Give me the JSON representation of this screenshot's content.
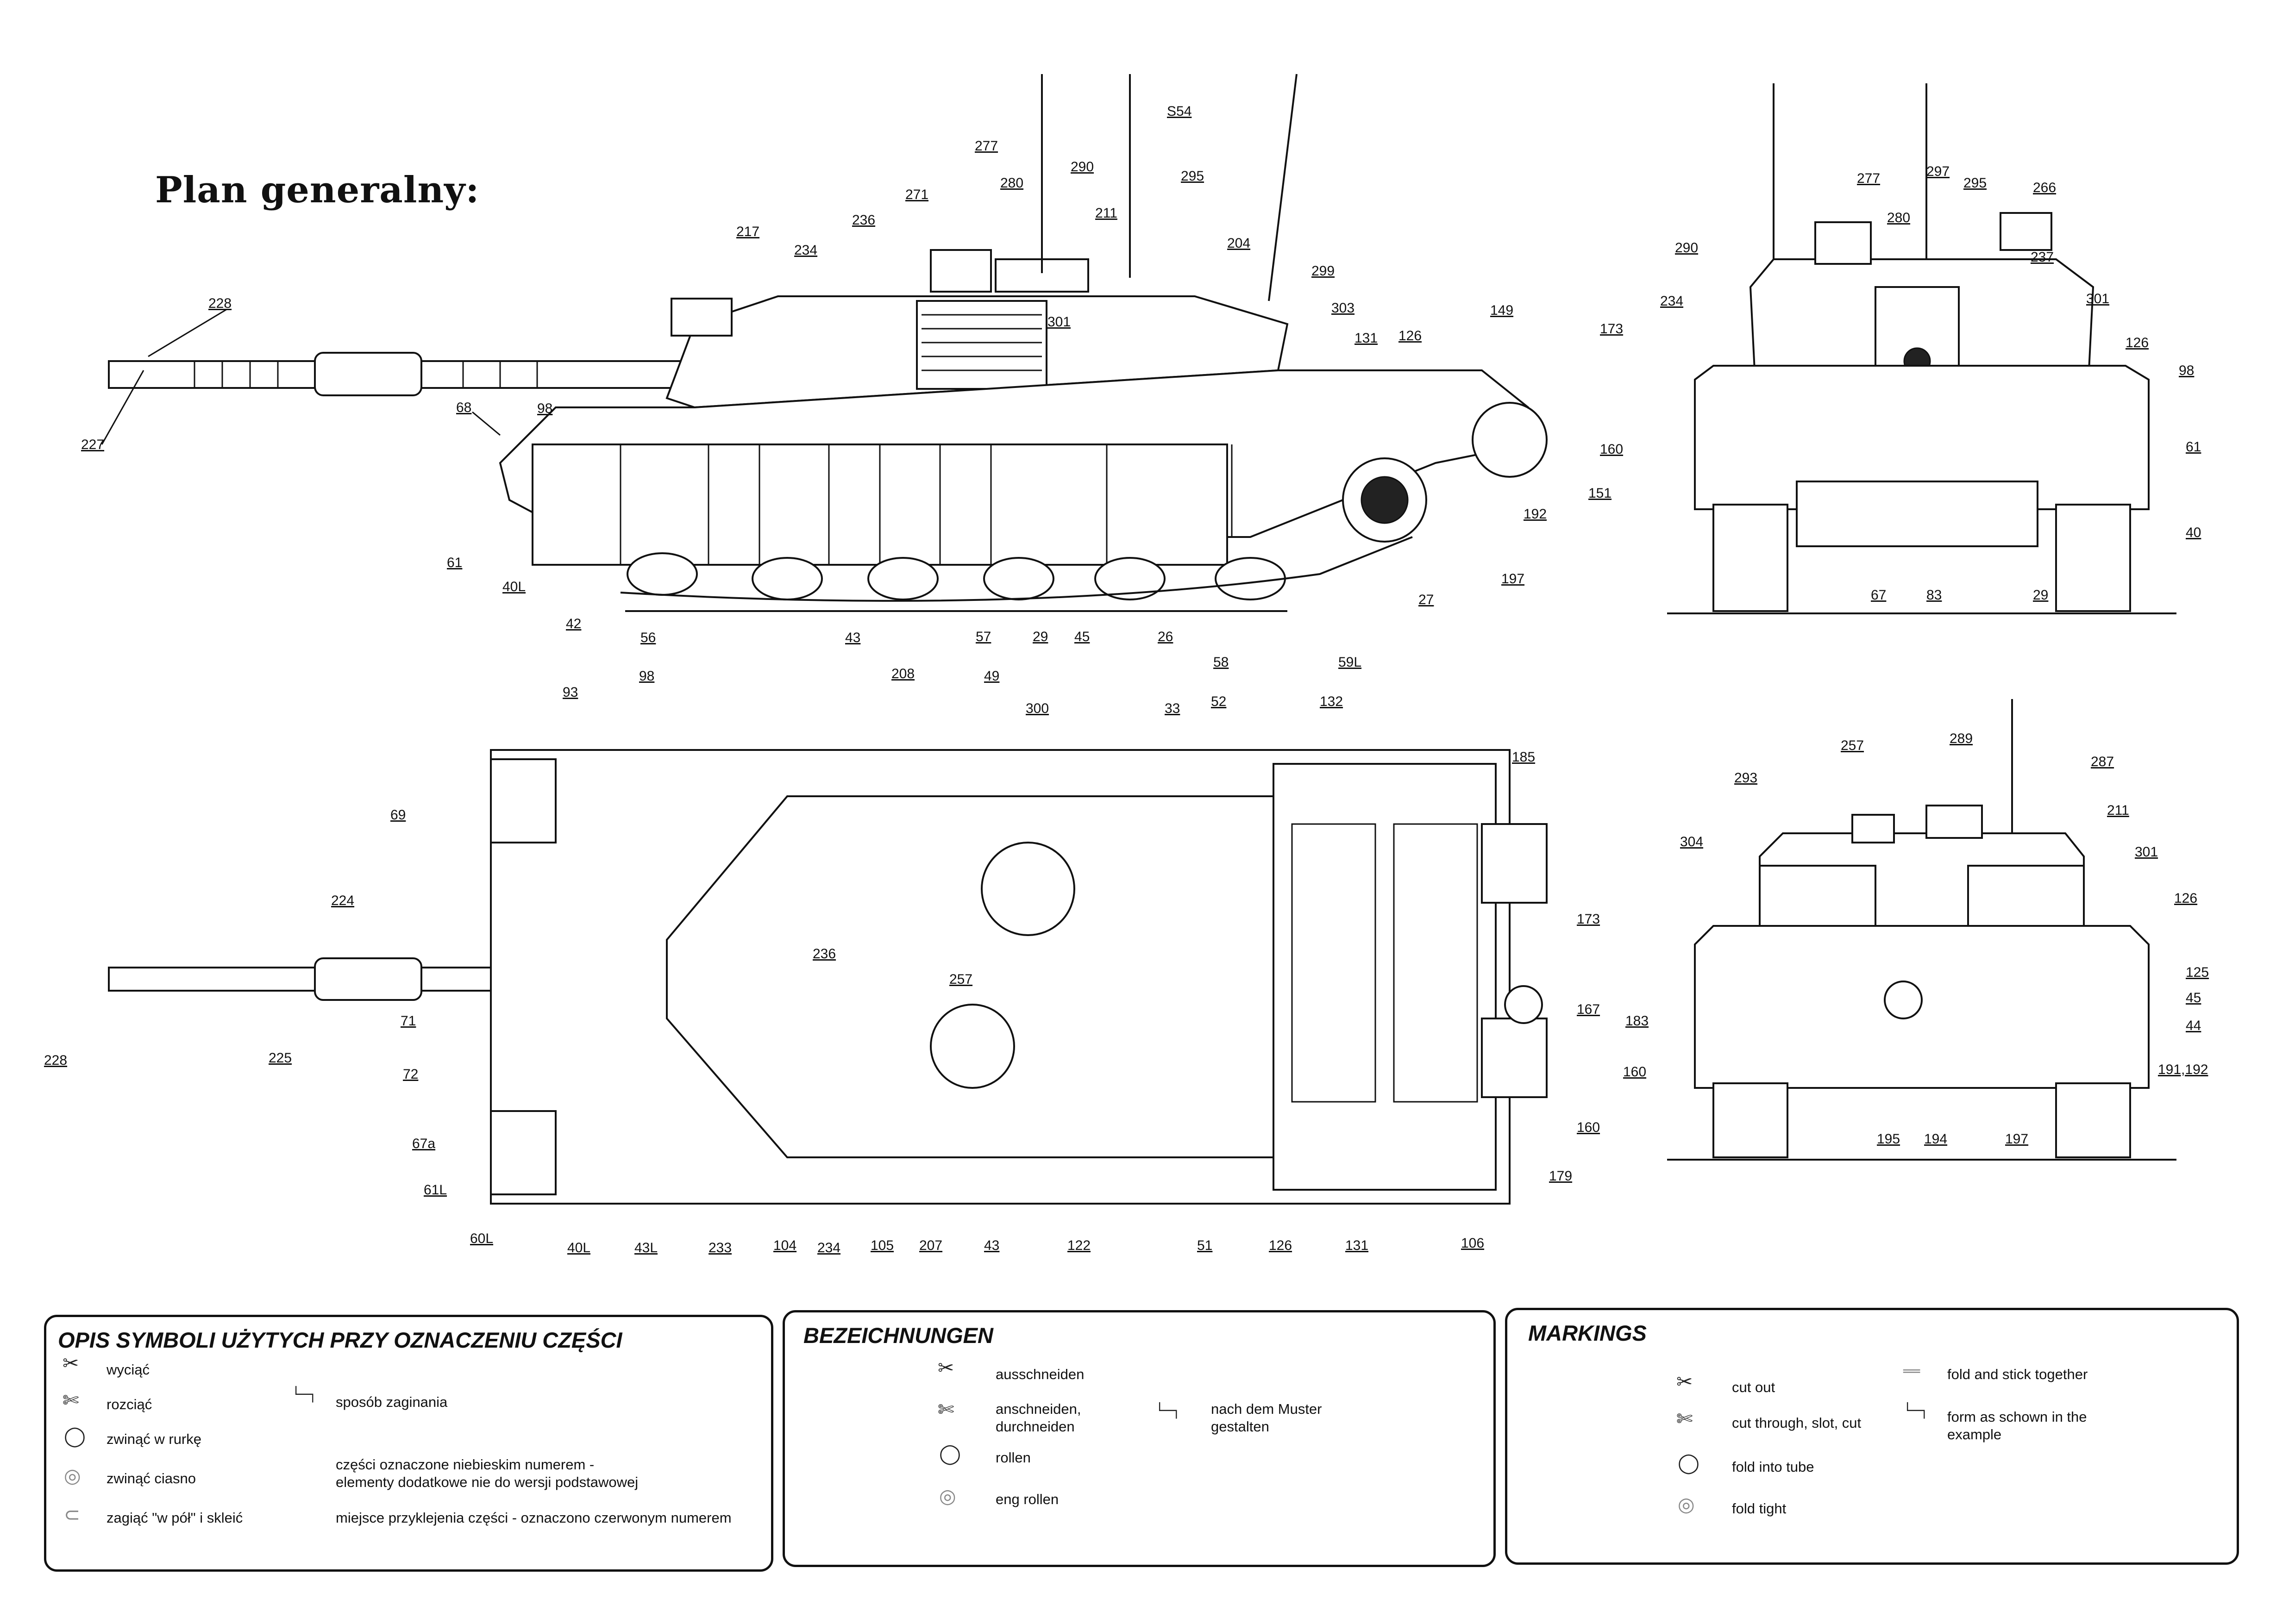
{
  "title": "Plan generalny:",
  "drawings": {
    "side_view": {
      "labels": [
        "228",
        "227",
        "68",
        "98",
        "61",
        "40L",
        "42",
        "56",
        "43",
        "57",
        "29",
        "45",
        "26",
        "58",
        "59L",
        "27",
        "197",
        "192",
        "151",
        "160",
        "173",
        "149",
        "126",
        "131",
        "303",
        "299",
        "204",
        "295",
        "S54",
        "211",
        "290",
        "280",
        "277",
        "271",
        "236",
        "234",
        "217",
        "301"
      ]
    },
    "front_view": {
      "labels": [
        "290",
        "277",
        "297",
        "295",
        "266",
        "280",
        "237",
        "234",
        "301",
        "126",
        "98",
        "61",
        "40",
        "67",
        "83",
        "29"
      ]
    },
    "top_view": {
      "labels": [
        "93",
        "98",
        "208",
        "49",
        "300",
        "33",
        "52",
        "132",
        "185",
        "69",
        "224",
        "173",
        "167",
        "71",
        "72",
        "67a",
        "61L",
        "60L",
        "40L",
        "43L",
        "233",
        "104",
        "234",
        "105",
        "207",
        "43",
        "122",
        "51",
        "126",
        "131",
        "106",
        "179",
        "160",
        "236",
        "257",
        "228",
        "225"
      ]
    },
    "rear_view": {
      "labels": [
        "257",
        "289",
        "287",
        "293",
        "211",
        "304",
        "301",
        "126",
        "125",
        "45",
        "44",
        "191,192",
        "183",
        "160",
        "195",
        "194",
        "197"
      ]
    }
  },
  "legends": [
    {
      "title": "OPIS SYMBOLI UŻYTYCH PRZY OZNACZENIU CZĘŚCI",
      "items": [
        {
          "icon": "cut-out-icon",
          "text": "wyciąć"
        },
        {
          "icon": "cut-through-icon",
          "text": "rozciąć"
        },
        {
          "icon": "fold-icon",
          "text": "sposób zaginania"
        },
        {
          "icon": "tube-icon",
          "text": "zwinąć w rurkę"
        },
        {
          "icon": "roll-tight-icon",
          "text": "zwinąć ciasno"
        },
        {
          "icon": "info",
          "text": "części oznaczone niebieskim numerem -\nelementy dodatkowe nie do wersji podstawowej"
        },
        {
          "icon": "fold-stick-icon",
          "text": "zagiąć \"w pół\" i skleić"
        },
        {
          "icon": "info",
          "text": "miejsce przyklejenia części - oznaczono czerwonym numerem"
        }
      ]
    },
    {
      "title": "BEZEICHNUNGEN",
      "items": [
        {
          "icon": "cut-out-icon",
          "text": "ausschneiden"
        },
        {
          "icon": "cut-through-icon",
          "text": "anschneiden,\ndurchneiden"
        },
        {
          "icon": "fold-icon",
          "text": "nach dem Muster\ngestalten"
        },
        {
          "icon": "tube-icon",
          "text": "rollen"
        },
        {
          "icon": "roll-tight-icon",
          "text": "eng rollen"
        }
      ]
    },
    {
      "title": "MARKINGS",
      "items": [
        {
          "icon": "cut-out-icon",
          "text": "cut out"
        },
        {
          "icon": "cut-through-icon",
          "text": "cut through, slot, cut"
        },
        {
          "icon": "fold-stick-icon",
          "text": "fold and stick together"
        },
        {
          "icon": "fold-icon",
          "text": "form as schown in the\nexample"
        },
        {
          "icon": "tube-icon",
          "text": "fold into tube"
        },
        {
          "icon": "roll-tight-icon",
          "text": "fold tight"
        }
      ]
    }
  ]
}
